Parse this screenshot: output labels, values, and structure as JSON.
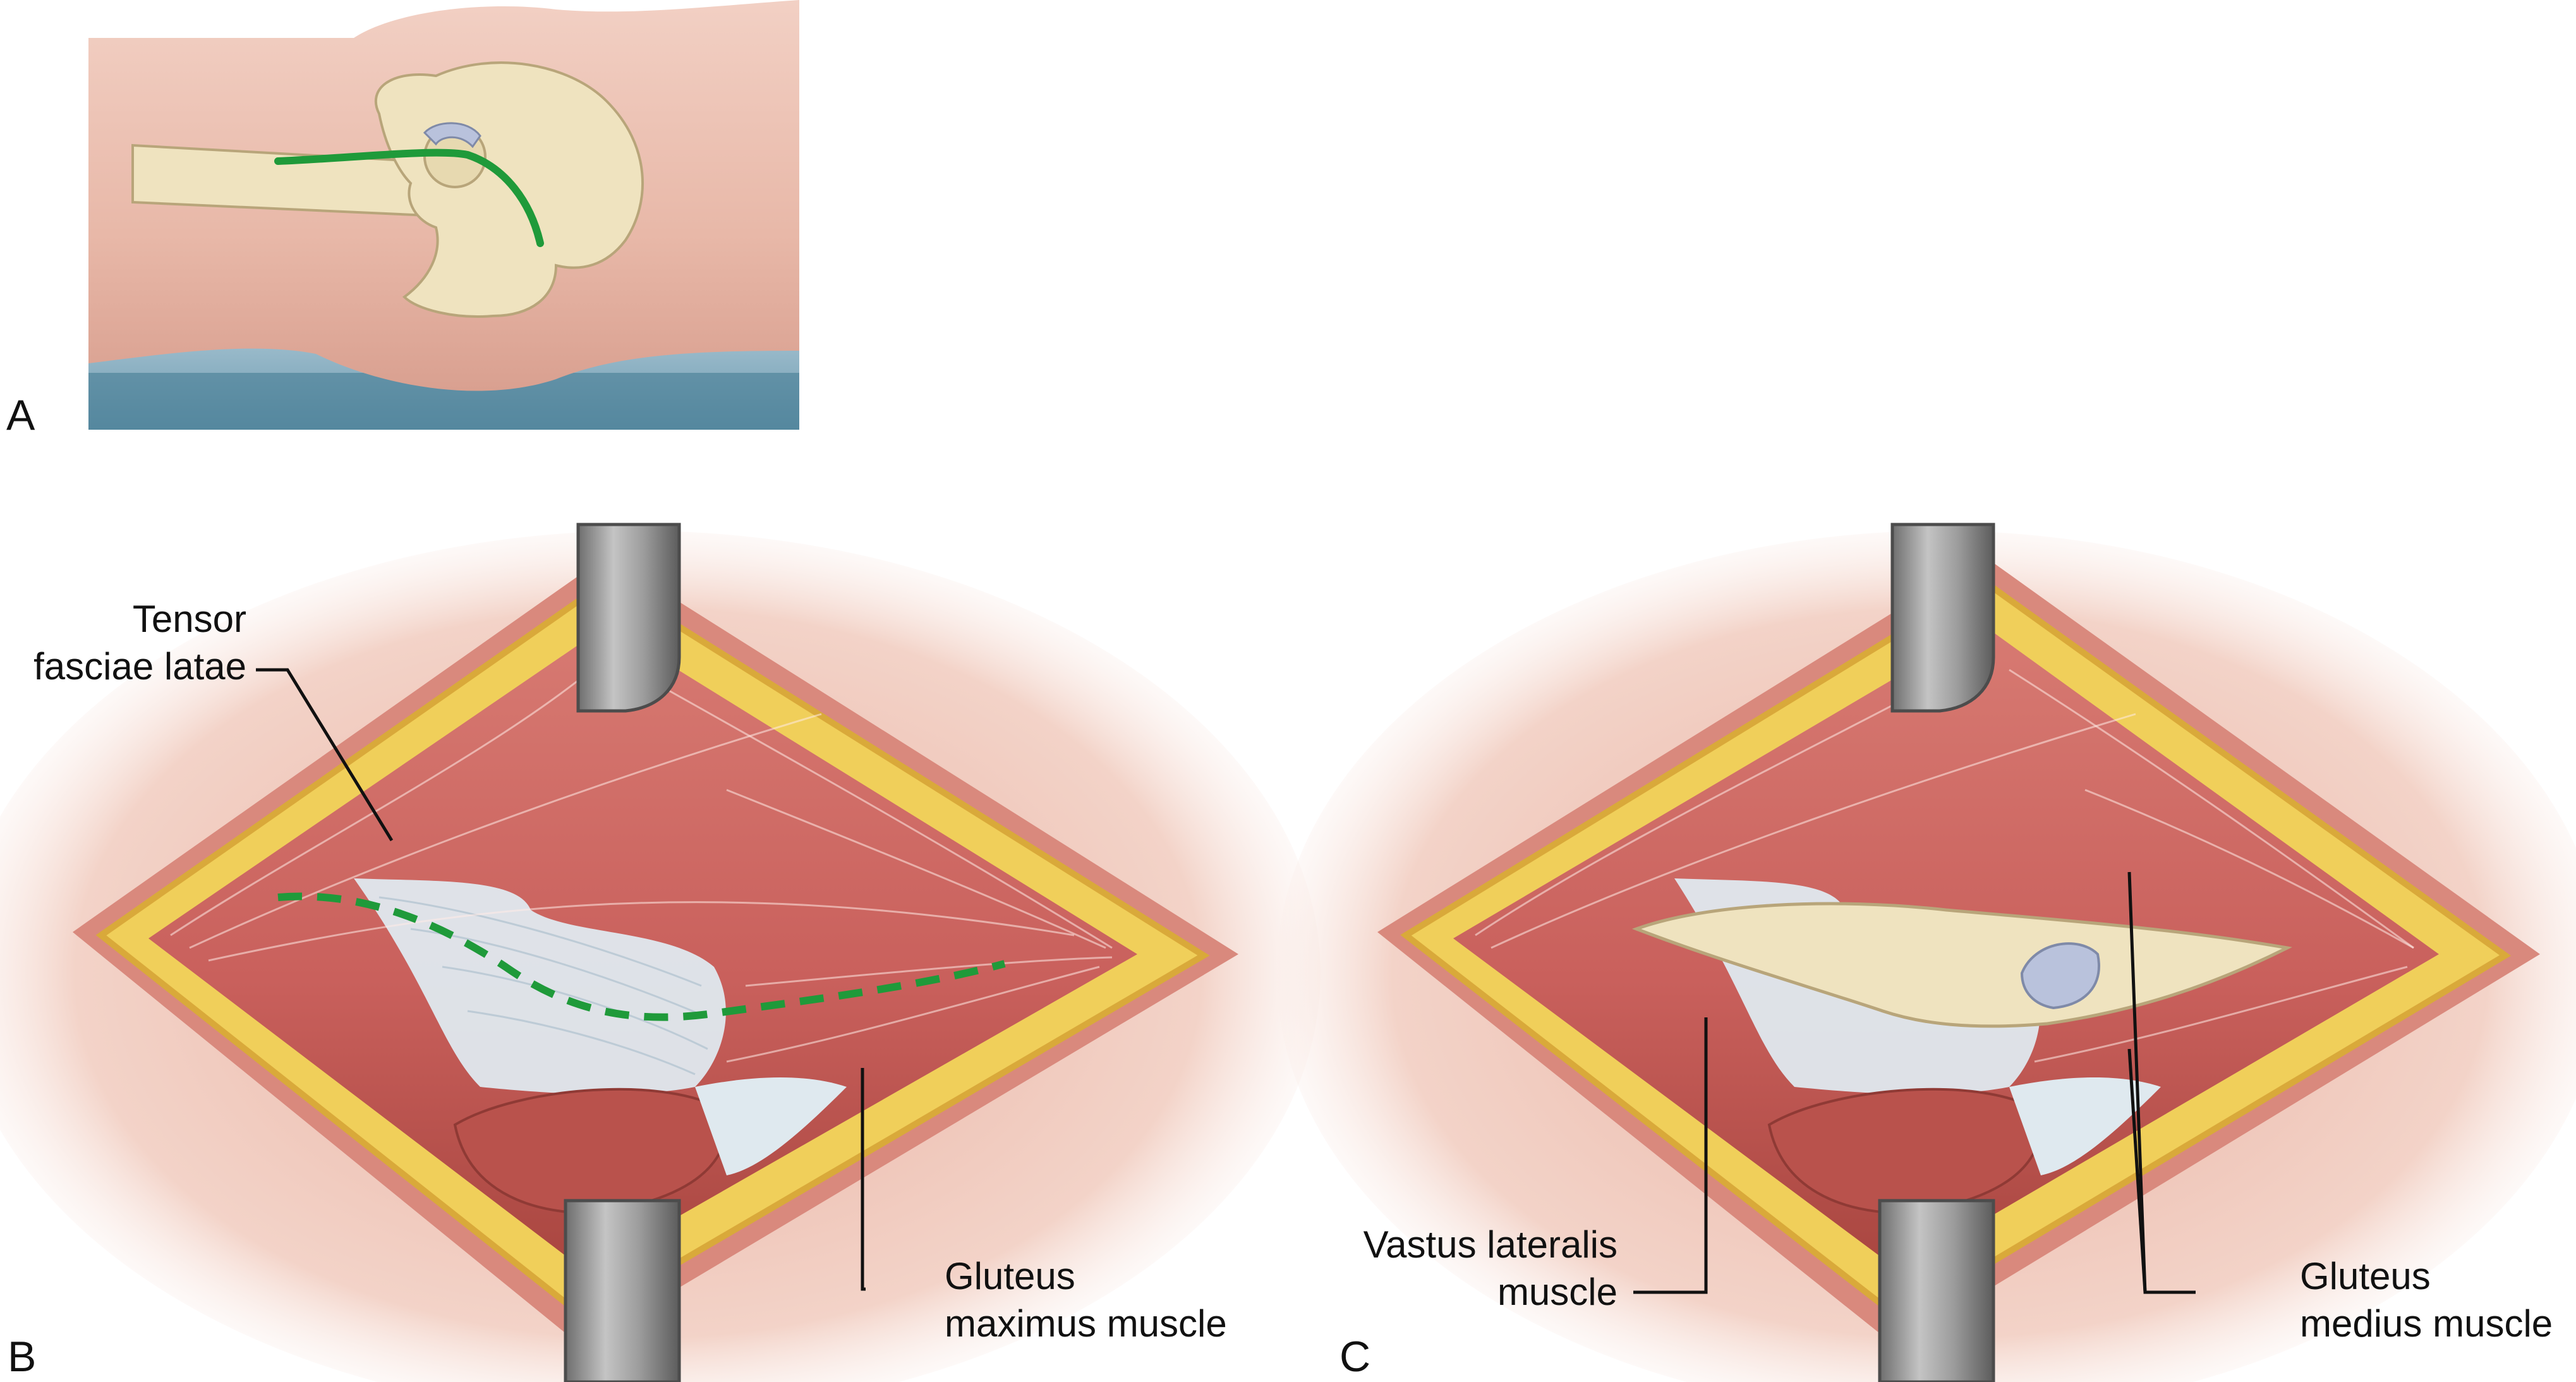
{
  "panels": {
    "a": {
      "letter": "A"
    },
    "b": {
      "letter": "B",
      "labels": {
        "tensor_line1": "Tensor",
        "tensor_line2": "fasciae latae",
        "gmax_line1": "Gluteus",
        "gmax_line2": "maximus muscle"
      }
    },
    "c": {
      "letter": "C",
      "labels": {
        "vastus_line1": "Vastus lateralis",
        "vastus_line2": "muscle",
        "gmed_line1": "Gluteus",
        "gmed_line2": "medius muscle"
      }
    }
  },
  "colors": {
    "skin": "#e9b8a8",
    "skin_shadow": "#d99a88",
    "bone": "#efe3bf",
    "bone_outline": "#b8a57a",
    "incision_line": "#1f9a3a",
    "table": "#8fb4c6",
    "table_dark": "#5f8fa6",
    "muscle": "#c9605c",
    "muscle_dark": "#a94640",
    "fat": "#f0cf5a",
    "fat_edge": "#d9a93a",
    "fascia": "#dfe9ef",
    "retractor": "#9a9a9a",
    "cartilage": "#b9c2dc",
    "leader": "#111111"
  },
  "icons": [
    "retractor-icon",
    "femur-icon",
    "pelvis-icon"
  ]
}
